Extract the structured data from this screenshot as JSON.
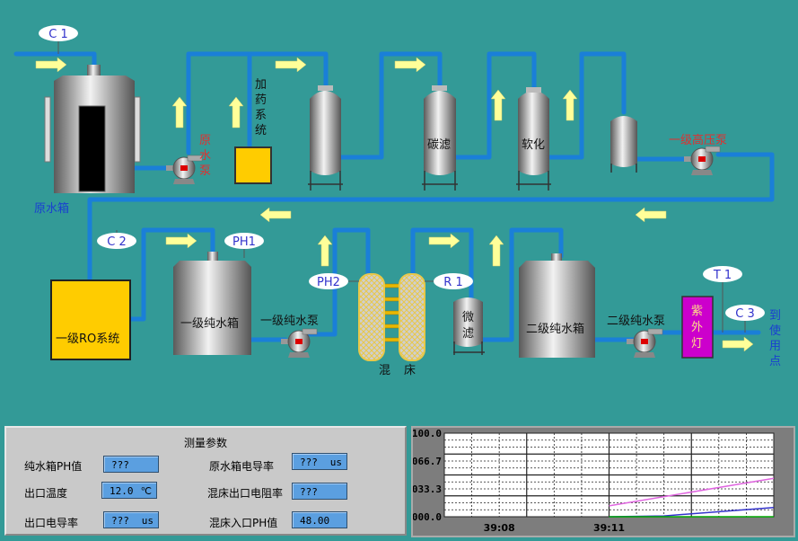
{
  "diagram": {
    "sensors": {
      "c1": "C 1",
      "c2": "C 2",
      "c3": "C 3",
      "ph1": "PH1",
      "ph2": "PH2",
      "r1": "R 1",
      "t1": "T 1"
    },
    "raw_tank_label": "原水箱",
    "raw_pump_label": [
      "原",
      "水",
      "泵"
    ],
    "dosing_label": [
      "加",
      "药",
      "系",
      "统"
    ],
    "carbon_filter_label": "碳滤",
    "softener_label": "软化",
    "hp_pump_label": "一级高压泵",
    "ro_label": "一级RO系统",
    "pure_tank1_label": "一级纯水箱",
    "pure_pump1_label": "一级纯水泵",
    "mixed_bed_label": [
      "混",
      "床"
    ],
    "micro_filter_label": [
      "微",
      "滤"
    ],
    "pure_tank2_label": "二级纯水箱",
    "pure_pump2_label": "二级纯水泵",
    "uv_label": [
      "紫",
      "外",
      "灯"
    ],
    "outlet_label": [
      "到",
      "使",
      "用",
      "点"
    ],
    "colors": {
      "background": "#339a97",
      "pipe": "#1a7fd8",
      "arrow": "#ffff99",
      "ro_box": "#ffcc00",
      "uv_box": "#cc00cc"
    }
  },
  "params": {
    "title": "测量参数",
    "rows": [
      {
        "label": "纯水箱PH值",
        "value": "???",
        "unit": ""
      },
      {
        "label": "出口温度",
        "value": "12.0",
        "unit": "℃"
      },
      {
        "label": "出口电导率",
        "value": "???",
        "unit": "us"
      },
      {
        "label": "原水箱电导率",
        "value": "???",
        "unit": "us"
      },
      {
        "label": "混床出口电阻率",
        "value": "???",
        "unit": ""
      },
      {
        "label": "混床入口PH值",
        "value": "48.00",
        "unit": ""
      }
    ]
  },
  "chart_data": {
    "type": "line",
    "ylim": [
      0,
      100
    ],
    "yticks": [
      "100.0",
      "066.7",
      "033.3",
      "000.0"
    ],
    "xticks": [
      "39:08",
      "39:11"
    ],
    "x_range": [
      0,
      6
    ],
    "series": [
      {
        "name": "magenta",
        "color": "#e066e0",
        "x": [
          3,
          6
        ],
        "y": [
          13,
          46
        ]
      },
      {
        "name": "blue",
        "color": "#3333cc",
        "x": [
          3,
          4,
          6
        ],
        "y": [
          0,
          1,
          11
        ]
      },
      {
        "name": "green",
        "color": "#00aa00",
        "x": [
          3,
          6
        ],
        "y": [
          0,
          0
        ]
      }
    ]
  }
}
